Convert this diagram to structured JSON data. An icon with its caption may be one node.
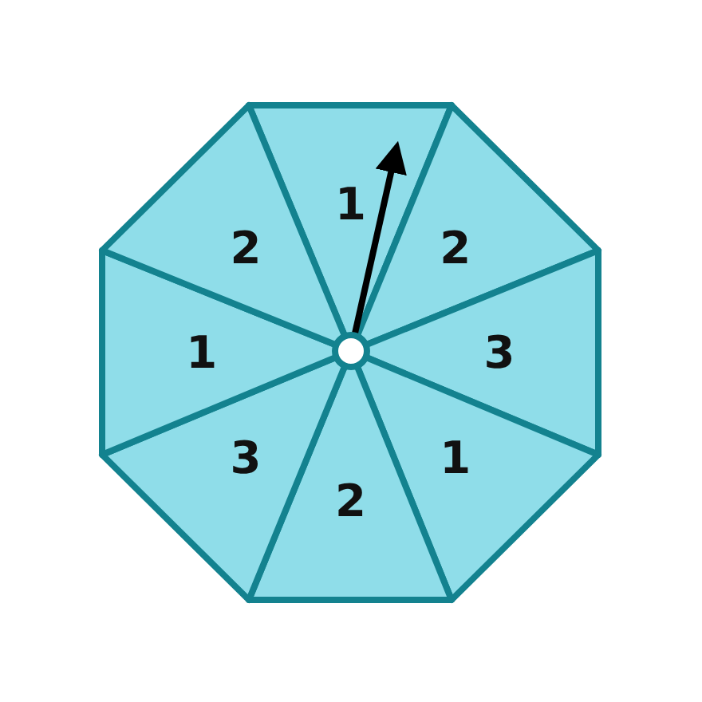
{
  "diagram": {
    "nodes": [
      {
        "text": [
          "1"
        ]
      },
      {
        "text": [
          "2"
        ]
      },
      {
        "text": [
          "3"
        ]
      },
      {
        "text": [
          "1"
        ]
      },
      {
        "text": [
          "2"
        ]
      },
      {
        "text": [
          "3"
        ]
      },
      {
        "text": [
          "1"
        ]
      },
      {
        "text": [
          "2"
        ]
      }
    ]
  }
}
